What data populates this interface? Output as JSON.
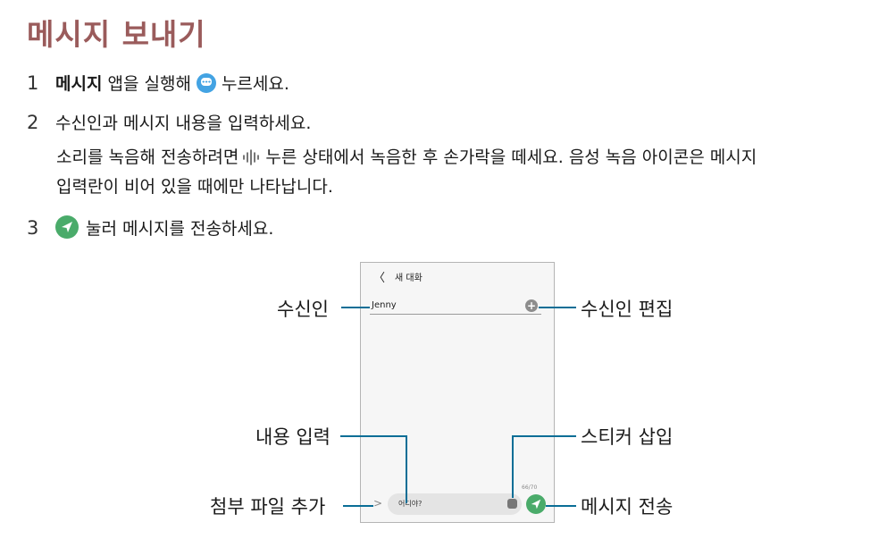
{
  "title": "메시지 보내기",
  "steps": [
    {
      "num": "1",
      "bold": "메시지",
      "before_icon": " 앱을 실행해",
      "after_icon": "누르세요."
    },
    {
      "num": "2",
      "text": "수신인과 메시지 내용을 입력하세요.",
      "sub1_before": "소리를 녹음해 전송하려면",
      "sub1_after": "누른 상태에서 녹음한 후 손가락을 떼세요. 음성 녹음 아이콘은 메시지",
      "sub2": "입력란이 비어 있을 때에만 나타납니다."
    },
    {
      "num": "3",
      "text": "눌러 메시지를 전송하세요."
    }
  ],
  "phone": {
    "back_glyph": "〈",
    "title": "새 대화",
    "recipient": "Jenny",
    "plus": "+",
    "attach_glyph": ">",
    "input_text": "어디야?",
    "counter": "66/70"
  },
  "callouts": {
    "recipient": "수신인",
    "edit_recipient": "수신인 편집",
    "content_input": "내용 입력",
    "insert_sticker": "스티커 삽입",
    "attach_file": "첨부 파일 추가",
    "send_message": "메시지 전송"
  },
  "colors": {
    "title": "#9a5b5b",
    "accent_line": "#0a6e96",
    "send_green": "#4aab6a",
    "chat_blue": "#43a3e3"
  }
}
